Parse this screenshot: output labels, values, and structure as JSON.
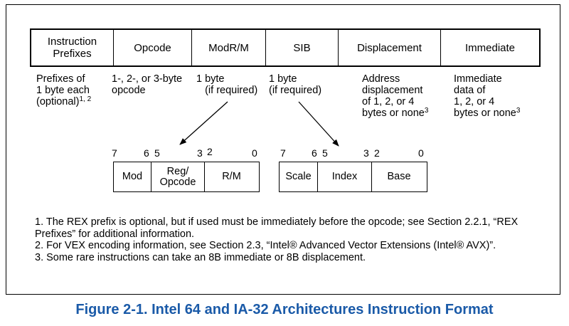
{
  "fields": [
    {
      "label": "Instruction\nPrefixes",
      "desc": "Prefixes of\n1 byte each\n(optional)",
      "sup": "1, 2"
    },
    {
      "label": "Opcode",
      "desc": "1-, 2-, or 3-byte\nopcode",
      "sup": ""
    },
    {
      "label": "ModR/M",
      "desc": "1 byte\n   (if required)",
      "sup": ""
    },
    {
      "label": "SIB",
      "desc": "1 byte\n(if required)",
      "sup": ""
    },
    {
      "label": "Displacement",
      "desc": "Address\ndisplacement\nof 1, 2, or 4\nbytes or none",
      "sup": "3"
    },
    {
      "label": "Immediate",
      "desc": "Immediate\ndata of\n1, 2, or 4\nbytes or none",
      "sup": "3"
    }
  ],
  "modrm": {
    "bits": [
      "7",
      "6",
      "5",
      "3",
      "2",
      "0"
    ],
    "cells": [
      "Mod",
      "Reg/\nOpcode",
      "R/M"
    ]
  },
  "sib": {
    "bits": [
      "7",
      "6",
      "5",
      "3",
      "2",
      "0"
    ],
    "cells": [
      "Scale",
      "Index",
      "Base"
    ]
  },
  "notes": [
    "1. The REX prefix is optional, but if used must be immediately before the opcode; see Section 2.2.1, “REX Prefixes” for additional information.",
    "2. For VEX encoding information, see Section 2.3, “Intel® Advanced Vector Extensions (Intel® AVX)”.",
    "3. Some rare instructions can take an 8B immediate or 8B displacement."
  ],
  "caption": "Figure 2-1.  Intel 64 and IA-32 Architectures Instruction Format",
  "colors": {
    "caption": "#1a5aa8"
  }
}
